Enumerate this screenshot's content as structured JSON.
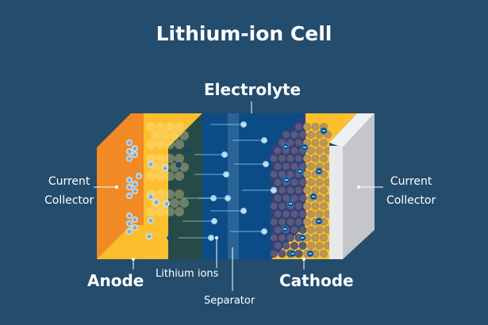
{
  "title": "Lithium-ion Cell",
  "labels": {
    "electrolyte": "Electrolyte",
    "current_collector_left": [
      "Current",
      "Collector"
    ],
    "current_collector_right": [
      "Current",
      "Collector"
    ],
    "anode": "Anode",
    "lithium_ions": "Lithium ions",
    "cathode": "Cathode",
    "separator": "Separator"
  },
  "colors": {
    "background": "#234c6d",
    "anode_collector": "#f18a24",
    "anode": "#fcc02e",
    "anode_interface": "#264b46",
    "electrolyte": "#0c4c86",
    "separator": "#2a6496",
    "cathode_interface": "#2f3f82",
    "cathode": "#fcc02e",
    "cathode_collector": "#c4c6c9",
    "ion": "#8fd3f5"
  }
}
